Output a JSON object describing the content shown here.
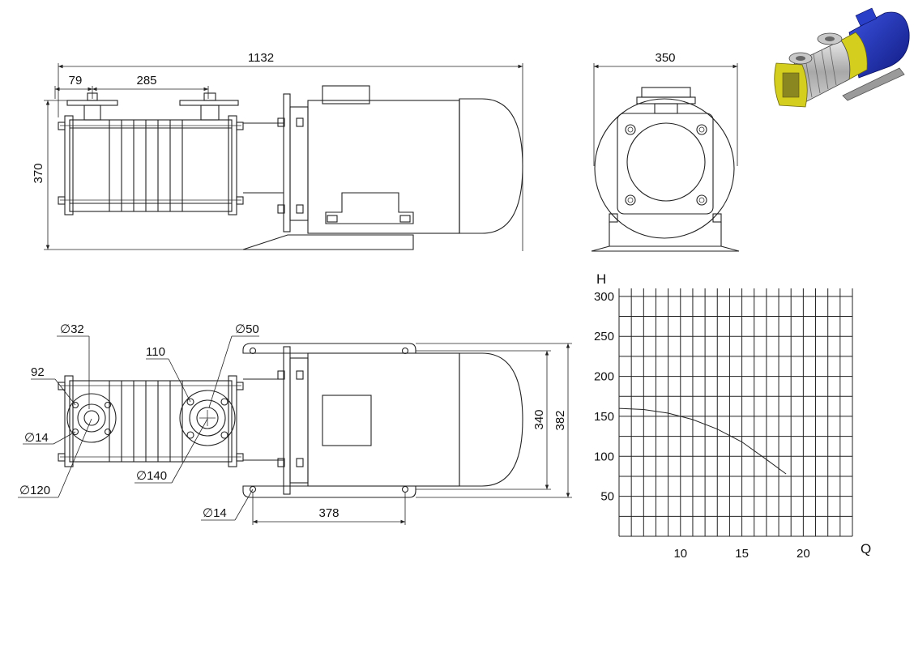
{
  "dimensions": {
    "top_view": {
      "total_length": "1132",
      "inlet_offset": "79",
      "flange_spacing": "285",
      "height": "370"
    },
    "end_view": {
      "width": "350"
    },
    "plan_view": {
      "suction_bore": "∅32",
      "discharge_bore": "∅50",
      "suction_pcd": "92",
      "discharge_pcd": "110",
      "suction_bolt_hole": "∅14",
      "suction_flange_od": "∅120",
      "discharge_flange_od": "∅140",
      "base_hole": "∅14",
      "base_hole_spacing": "378",
      "inner_width": "340",
      "outer_width": "382"
    }
  },
  "chart_data": {
    "type": "line",
    "xlabel": "Q",
    "ylabel": "H",
    "xlim": [
      5,
      24
    ],
    "ylim": [
      0,
      310
    ],
    "xticks": [
      10,
      15,
      20
    ],
    "yticks": [
      50,
      100,
      150,
      200,
      250,
      300
    ],
    "grid": true,
    "series": [
      {
        "x": [
          5,
          7,
          9,
          11,
          13,
          15,
          17,
          18.6
        ],
        "y": [
          160,
          158.5,
          154,
          146,
          134,
          118,
          96,
          78
        ]
      }
    ]
  },
  "colors": {
    "line": "#222222",
    "motor_blue": "#1a2fb0",
    "flange_yellow": "#d4cf1f",
    "steel": "#b9b9b9"
  },
  "icons": {
    "render": "pump-3d-render"
  }
}
